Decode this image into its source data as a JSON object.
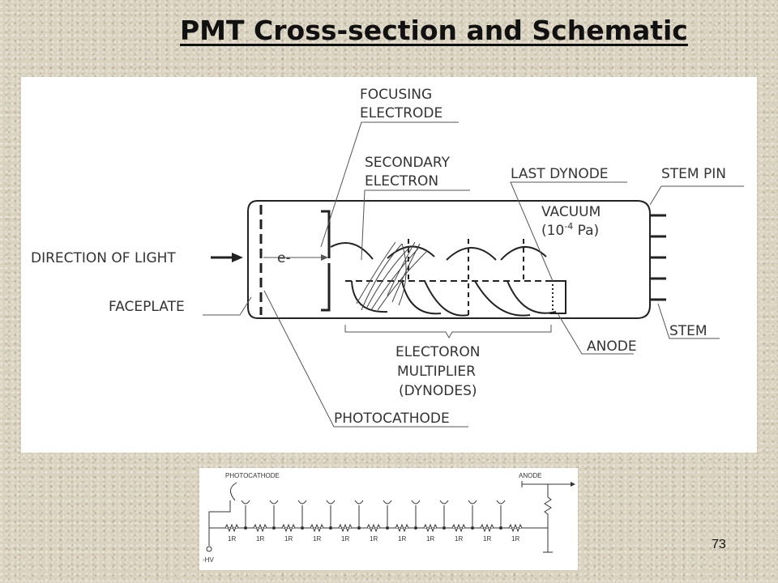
{
  "title": "PMT Cross-section and Schematic",
  "page_number": "73",
  "diagram": {
    "labels": {
      "focusing_electrode_1": "FOCUSING",
      "focusing_electrode_2": "ELECTRODE",
      "secondary_electron_1": "SECONDARY",
      "secondary_electron_2": "ELECTRON",
      "last_dynode": "LAST DYNODE",
      "stem_pin": "STEM PIN",
      "vacuum_1": "VACUUM",
      "vacuum_2_base": "(10",
      "vacuum_2_exp": "-4",
      "vacuum_2_unit": " Pa)",
      "direction_of_light": "DIRECTION OF LIGHT",
      "electron": "e-",
      "faceplate": "FACEPLATE",
      "stem": "STEM",
      "anode": "ANODE",
      "multiplier_1": "ELECTORON",
      "multiplier_2": "MULTIPLIER",
      "multiplier_3": "(DYNODES)",
      "photocathode": "PHOTOCATHODE"
    }
  },
  "schematic": {
    "photocathode": "PHOTOCATHODE",
    "anode": "ANODE",
    "hv": "-HV",
    "resistor_labels": [
      "1R",
      "1R",
      "1R",
      "1R",
      "1R",
      "1R",
      "1R",
      "1R",
      "1R",
      "1R",
      "1R"
    ]
  }
}
